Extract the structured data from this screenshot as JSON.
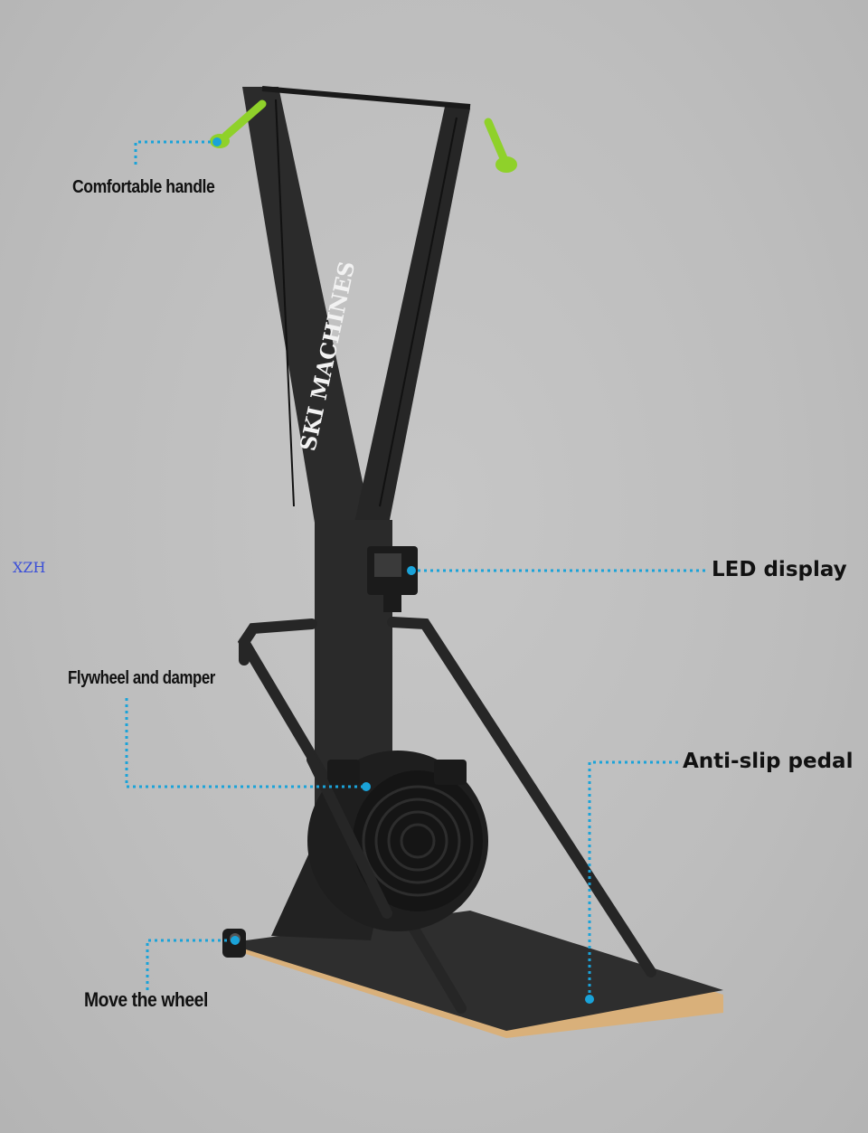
{
  "brand_text": "SKI MACHINES",
  "watermark": "XZH",
  "callouts": {
    "handle": "Comfortable handle",
    "led": "LED display",
    "flywheel": "Flywheel and damper",
    "pedal": "Anti-slip pedal",
    "wheel": "Move the wheel"
  },
  "colors": {
    "background": "#bfbfbf",
    "frame": "#2a2a2a",
    "handle_accent": "#8fd12a",
    "callout_line": "#1aa3d9",
    "base_wood": "#d9b07a"
  }
}
